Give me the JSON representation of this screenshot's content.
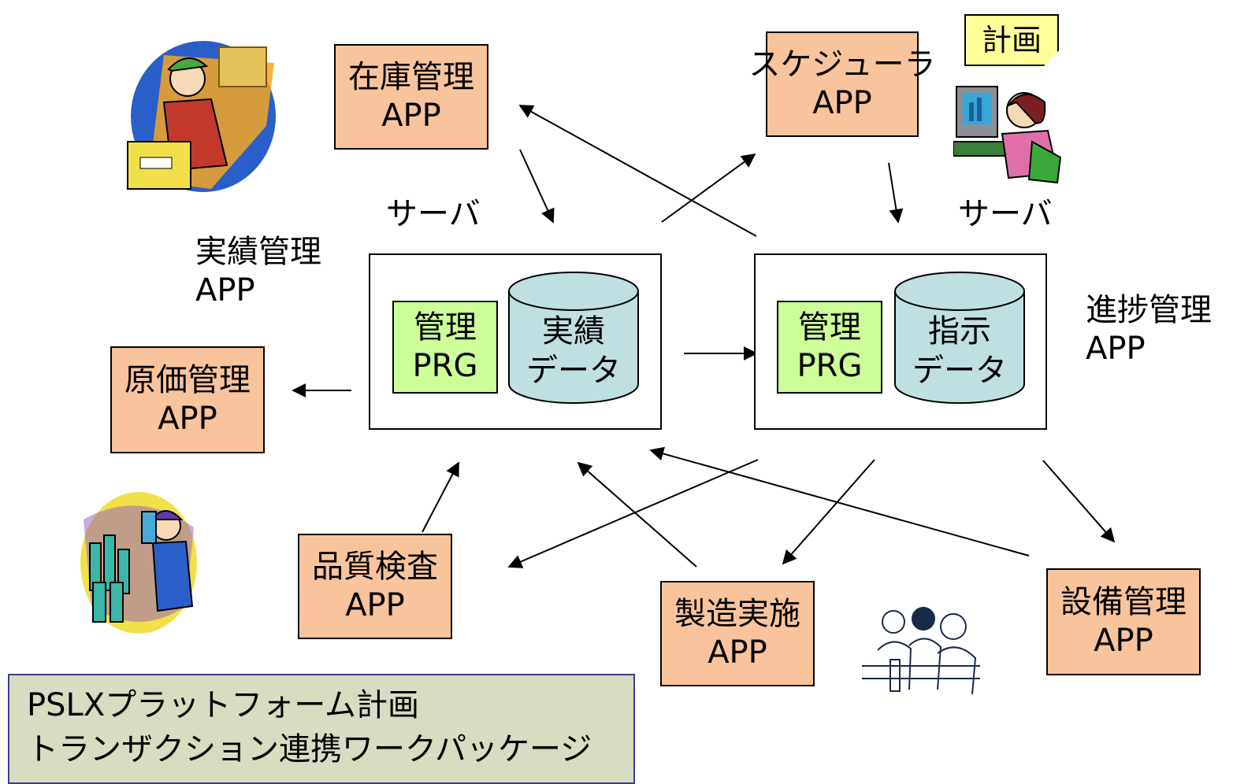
{
  "apps": {
    "inventory": [
      "在庫管理",
      "APP"
    ],
    "scheduler": [
      "スケジューラ",
      "APP"
    ],
    "cost": [
      "原価管理",
      "APP"
    ],
    "quality": [
      "品質検査",
      "APP"
    ],
    "manufacturing": [
      "製造実施",
      "APP"
    ],
    "equipment": [
      "設備管理",
      "APP"
    ]
  },
  "labels": {
    "results_app": [
      "実績管理",
      "APP"
    ],
    "progress_app": [
      "進捗管理",
      "APP"
    ],
    "server_left": "サーバ",
    "server_right": "サーバ",
    "plan_note": "計画"
  },
  "servers": {
    "left": {
      "prg": [
        "管理",
        "PRG"
      ],
      "db": [
        "実績",
        "データ"
      ]
    },
    "right": {
      "prg": [
        "管理",
        "PRG"
      ],
      "db": [
        "指示",
        "データ"
      ]
    }
  },
  "footer": [
    "PSLXプラットフォーム計画",
    "トランザクション連携ワークパッケージ"
  ],
  "colors": {
    "app_fill": "#f9c49c",
    "prg_fill": "#ccff99",
    "db_fill": "#bfdfe0",
    "note_fill": "#ffff99",
    "footer_fill": "#d8dcc0",
    "footer_border": "#3a3f8c"
  }
}
